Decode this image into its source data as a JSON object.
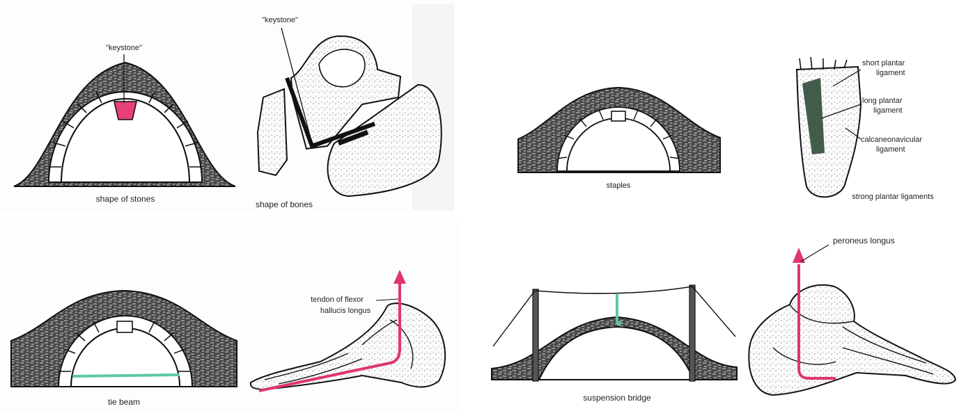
{
  "panels": {
    "stones": {
      "keystone": "\"keystone\"",
      "caption": "shape of stones"
    },
    "bones": {
      "keystone": "\"keystone\"",
      "caption": "shape of bones"
    },
    "staples": {
      "caption": "staples"
    },
    "ligaments": {
      "short": [
        "short plantar",
        "ligament"
      ],
      "long": [
        "long plantar",
        "ligament"
      ],
      "calc": [
        "calcaneonavicular",
        "ligament"
      ],
      "caption": "strong plantar ligaments"
    },
    "tiebeam": {
      "caption": "tie beam"
    },
    "flexor": {
      "label": [
        "tendon of flexor",
        "hallucis longus"
      ]
    },
    "bridge": {
      "caption": "suspension bridge"
    },
    "peroneus": {
      "label": "peroneus longus"
    }
  },
  "colors": {
    "keystone": "#e8407a",
    "tendon": "#e0356e",
    "beam": "#5cc9a0",
    "masonry": "#3a3a3a",
    "line": "#111111"
  }
}
